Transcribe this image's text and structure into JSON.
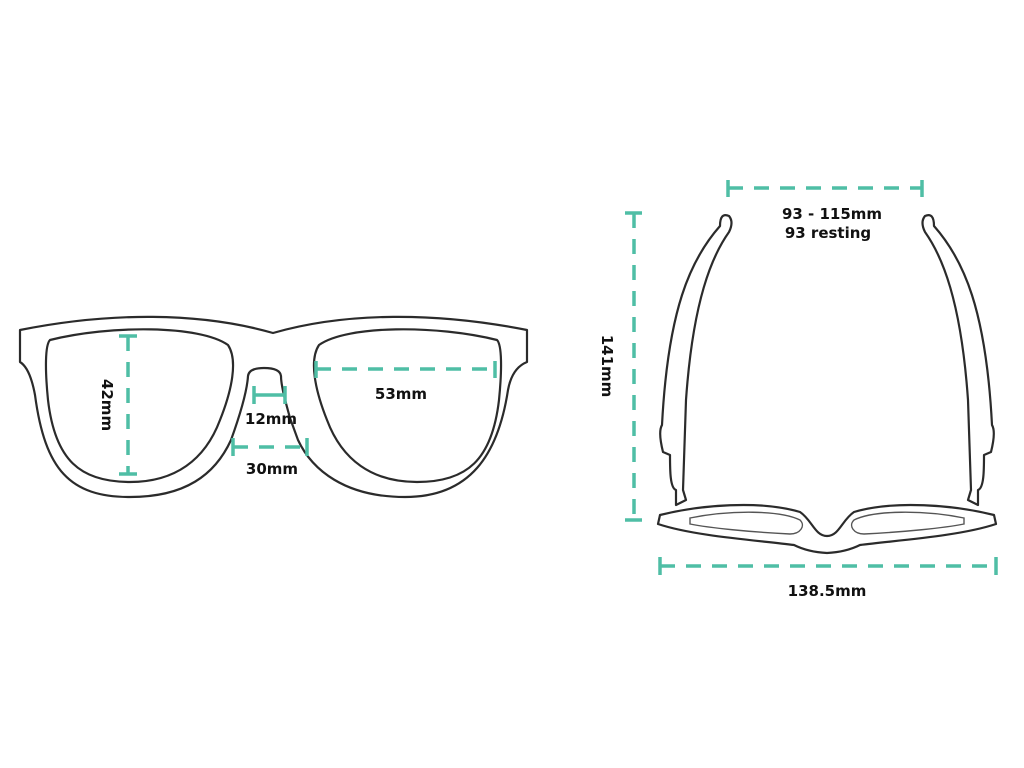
{
  "front_view": {
    "lens_height": "42mm",
    "lens_width": "53mm",
    "bridge_width": "12mm",
    "nose_width": "30mm"
  },
  "top_view": {
    "temple_spread": "93 - 115mm",
    "temple_resting": "93 resting",
    "temple_length": "141mm",
    "frame_width": "138.5mm"
  },
  "colors": {
    "dimension": "#4fbea5",
    "outline": "#2b2b2b"
  }
}
